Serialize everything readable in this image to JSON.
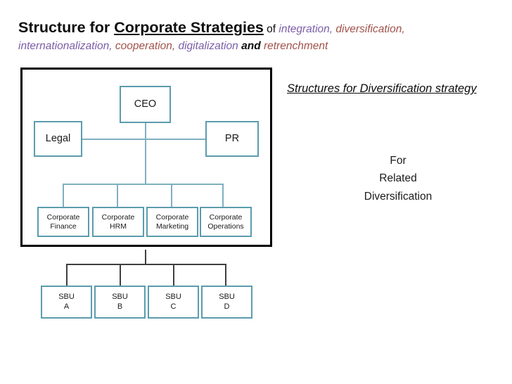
{
  "title": {
    "bold_prefix": "Structure for ",
    "bold_underlined": "Corporate Strategies",
    "connector_of": " of ",
    "term1": "integration,",
    "term2": " diversification,",
    "line2_term1": "internationalization,",
    "line2_term2": " cooperation,",
    "line2_term3": " digitalization",
    "line2_and": " and ",
    "line2_term4": "retrenchment"
  },
  "colors": {
    "box_border": "#5b9cad",
    "frame_border": "#000000",
    "connector_teal": "#7fb0c0",
    "connector_dark": "#3f3f3f",
    "accent_purple": "#7b5ea7",
    "accent_brown": "#a0524a"
  },
  "org_chart": {
    "ceo": "CEO",
    "legal": "Legal",
    "pr": "PR",
    "corporate_functions": [
      {
        "line1": "Corporate",
        "line2": "Finance"
      },
      {
        "line1": "Corporate",
        "line2": "HRM"
      },
      {
        "line1": "Corporate",
        "line2": "Marketing"
      },
      {
        "line1": "Corporate",
        "line2": "Operations"
      }
    ],
    "business_units": [
      {
        "line1": "SBU",
        "line2": "A"
      },
      {
        "line1": "SBU",
        "line2": "B"
      },
      {
        "line1": "SBU",
        "line2": "C"
      },
      {
        "line1": "SBU",
        "line2": "D"
      }
    ]
  },
  "right_panel": {
    "heading": "Structures for Diversification strategy",
    "caption_line1": "For",
    "caption_line2": "Related",
    "caption_line3": "Diversification"
  }
}
